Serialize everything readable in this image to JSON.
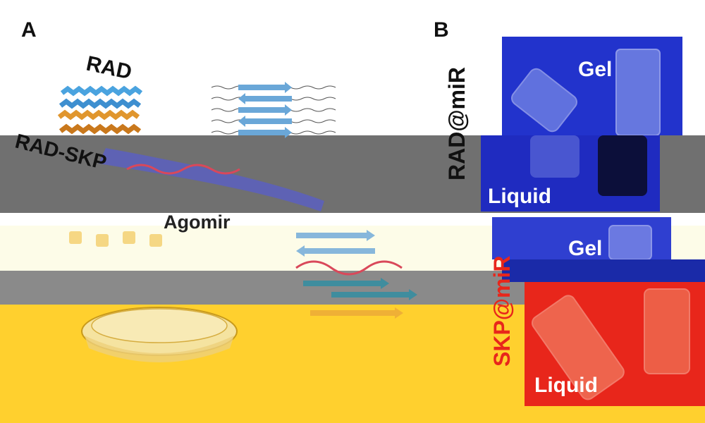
{
  "panel_a": {
    "label": "A",
    "rad_label": "RAD",
    "radskp_label": "RAD-SKP",
    "agomir_label": "Agomir"
  },
  "panel_b": {
    "label": "B",
    "top_sample": {
      "vertical_label": "RAD@miR",
      "gel_label": "Gel",
      "liquid_label": "Liquid"
    },
    "bottom_sample": {
      "vertical_label": "SKP@miR",
      "gel_label": "Gel",
      "liquid_label": "Liquid"
    }
  },
  "colors": {
    "rad_peptide": "#4aa3df",
    "skp_peptide": "#e0962e",
    "arrow": "#5a5fc0",
    "rna": "#d9485a",
    "photo_blue": "#2233cc",
    "photo_red": "#e8261b",
    "band_gray": "#6f6f6f",
    "band_yellow": "#ffd02e",
    "band_cream": "#fefdea"
  }
}
